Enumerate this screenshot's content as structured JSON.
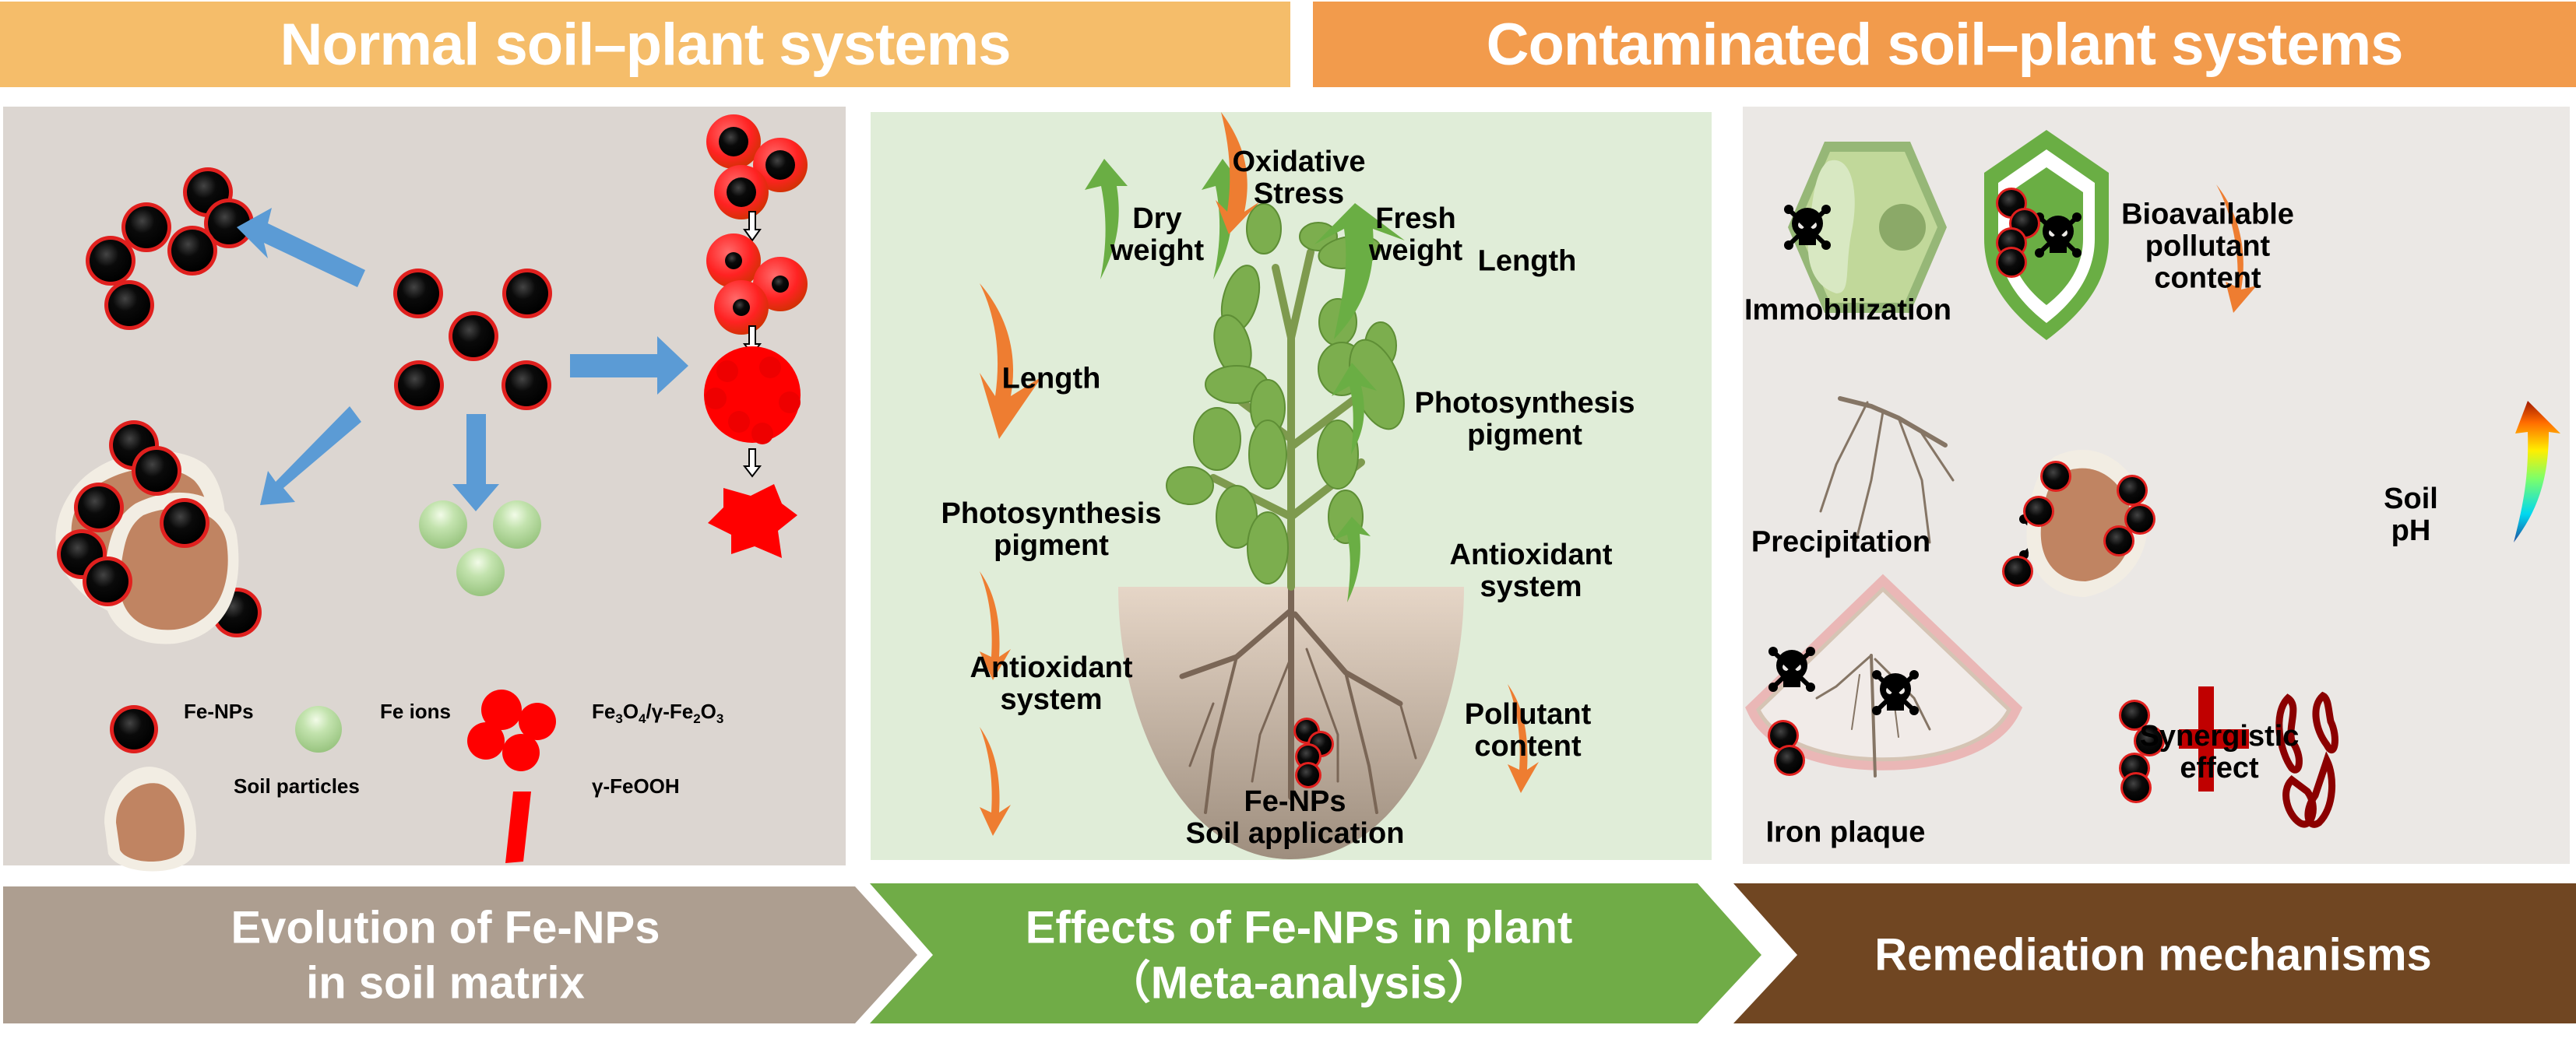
{
  "header": {
    "left_title": "Normal soil–plant systems",
    "right_title": "Contaminated soil–plant systems"
  },
  "colors": {
    "banner_left": "#F5BD6A",
    "banner_right": "#F29B4C",
    "panel_evolution_bg": "#DCD6D1",
    "panel_effects_bg": "#E0EDD8",
    "panel_remediation_bg": "#EBE8E5",
    "chevron_evolution": "#AD9E90",
    "chevron_effects": "#70AC47",
    "chevron_remediation": "#704622",
    "increase_arrow": "#6AAE44",
    "decrease_arrow": "#EE7D31",
    "fe_np_core": "#000000",
    "fe_np_rim": "#E0201E",
    "fe_ion": "#B9DCA6",
    "soil_particle": "#C08462",
    "soil_particle_rim": "#F2EDE3",
    "process_arrow": "#5B9BD5"
  },
  "evolution_panel": {
    "legend": [
      {
        "icon": "fe-np-icon",
        "label": "Fe-NPs"
      },
      {
        "icon": "fe-ion-icon",
        "label": "Fe ions"
      },
      {
        "icon": "iron-oxide-icon",
        "label_main": "Fe",
        "label_parts": [
          "Fe",
          "3",
          "O",
          "4",
          "/γ-Fe",
          "2",
          "O",
          "3"
        ]
      },
      {
        "icon": "soil-particle-icon",
        "label": "Soil particles"
      },
      {
        "icon": "lepidocrocite-icon",
        "label": "γ-FeOOH"
      }
    ]
  },
  "effects_panel": {
    "labels": [
      {
        "id": "oxidative-stress",
        "lines": [
          "Oxidative",
          "Stress"
        ],
        "trend": "decrease"
      },
      {
        "id": "dry-weight",
        "lines": [
          "Dry",
          "weight"
        ],
        "trend": "increase"
      },
      {
        "id": "fresh-weight",
        "lines": [
          "Fresh",
          "weight"
        ],
        "trend": "increase"
      },
      {
        "id": "shoot-length",
        "lines": [
          "Length"
        ],
        "trend": "increase"
      },
      {
        "id": "root-length",
        "lines": [
          "Length"
        ],
        "trend": "decrease"
      },
      {
        "id": "photosynthesis-right",
        "lines": [
          "Photosynthesis",
          "pigment"
        ],
        "trend": "increase"
      },
      {
        "id": "photosynthesis-left",
        "lines": [
          "Photosynthesis",
          "pigment"
        ],
        "trend": "decrease"
      },
      {
        "id": "antioxidant-right",
        "lines": [
          "Antioxidant",
          "system"
        ],
        "trend": "increase"
      },
      {
        "id": "antioxidant-left",
        "lines": [
          "Antioxidant",
          "system"
        ],
        "trend": "decrease"
      },
      {
        "id": "pollutant-content",
        "lines": [
          "Pollutant",
          "content"
        ],
        "trend": "decrease"
      }
    ],
    "soil_label": [
      "Fe-NPs",
      "Soil application"
    ]
  },
  "remediation_panel": {
    "immobilization": "Immobilization",
    "bioavailable": [
      "Bioavailable",
      "pollutant",
      "content"
    ],
    "precipitation": "Precipitation",
    "soil_ph": [
      "Soil",
      "pH"
    ],
    "iron_plaque": "Iron plaque",
    "synergistic": [
      "Synergistic",
      "effect"
    ]
  },
  "footer": {
    "evolution": [
      "Evolution of Fe-NPs",
      "in soil matrix"
    ],
    "effects": [
      "Effects of Fe-NPs in plant",
      "（Meta-analysis）"
    ],
    "remediation": "Remediation mechanisms"
  }
}
